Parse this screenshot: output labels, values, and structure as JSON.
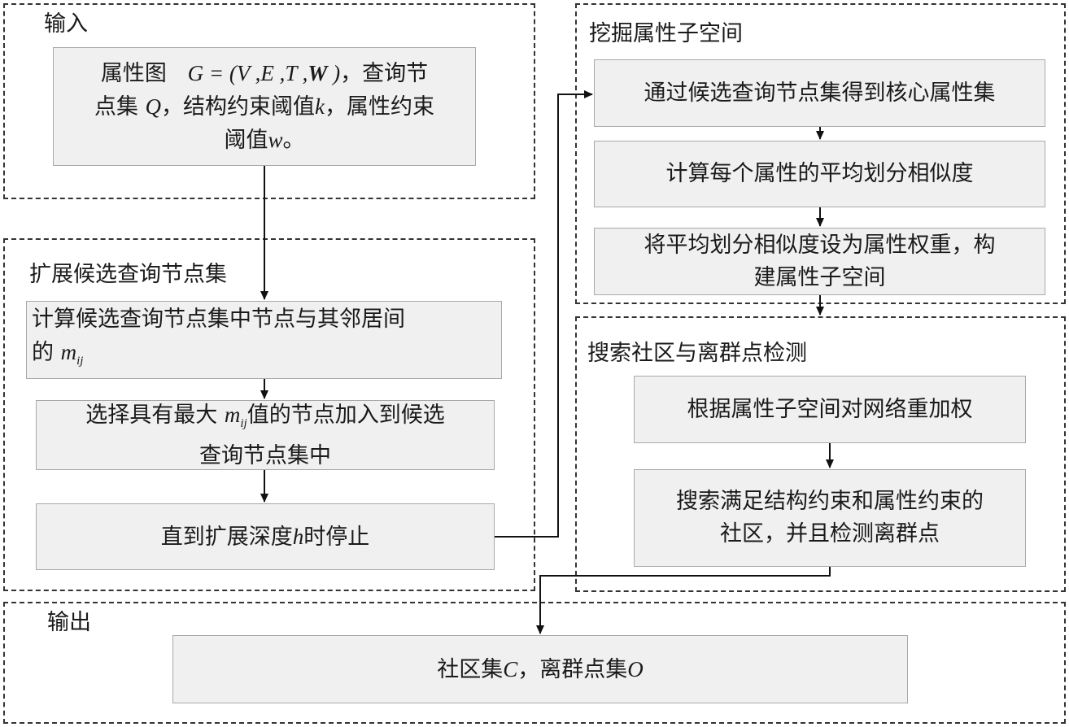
{
  "regions": {
    "input": {
      "title": "输入"
    },
    "expand": {
      "title": "扩展候选查询节点集"
    },
    "mine": {
      "title": "挖掘属性子空间"
    },
    "search": {
      "title": "搜索社区与离群点检测"
    },
    "output": {
      "title": "输出"
    }
  },
  "input_box": {
    "l1_a": "属性图",
    "l1_formula": "G = (V ,E ,T ,W )",
    "l1_b": "，查询节",
    "l2_a": "点集",
    "l2_q": "Q",
    "l2_b": "，结构约束阈值",
    "l2_k": "k",
    "l2_c": "，属性约束",
    "l3_a": "阈值",
    "l3_w": "w",
    "l3_b": "。"
  },
  "expand_boxes": {
    "b1_l1": "计算候选查询节点集中节点与其邻居间",
    "b1_l2": "的",
    "b1_m": "m",
    "b1_sub": "ij",
    "b2_a": "选择具有最大",
    "b2_m": "m",
    "b2_sub": "ij",
    "b2_b": "值的节点加入到候选",
    "b2_l2": "查询节点集中",
    "b3_a": "直到扩展深度",
    "b3_h": "h",
    "b3_b": "时停止"
  },
  "mine_boxes": {
    "b1": "通过候选查询节点集得到核心属性集",
    "b2": "计算每个属性的平均划分相似度",
    "b3_l1": "将平均划分相似度设为属性权重，构",
    "b3_l2": "建属性子空间"
  },
  "search_boxes": {
    "b1": "根据属性子空间对网络重加权",
    "b2_l1": "搜索满足结构约束和属性约束的",
    "b2_l2": "社区，并且检测离群点"
  },
  "output_box": {
    "a": "社区集",
    "c": "C",
    "b": "，离群点集",
    "o": "O"
  }
}
